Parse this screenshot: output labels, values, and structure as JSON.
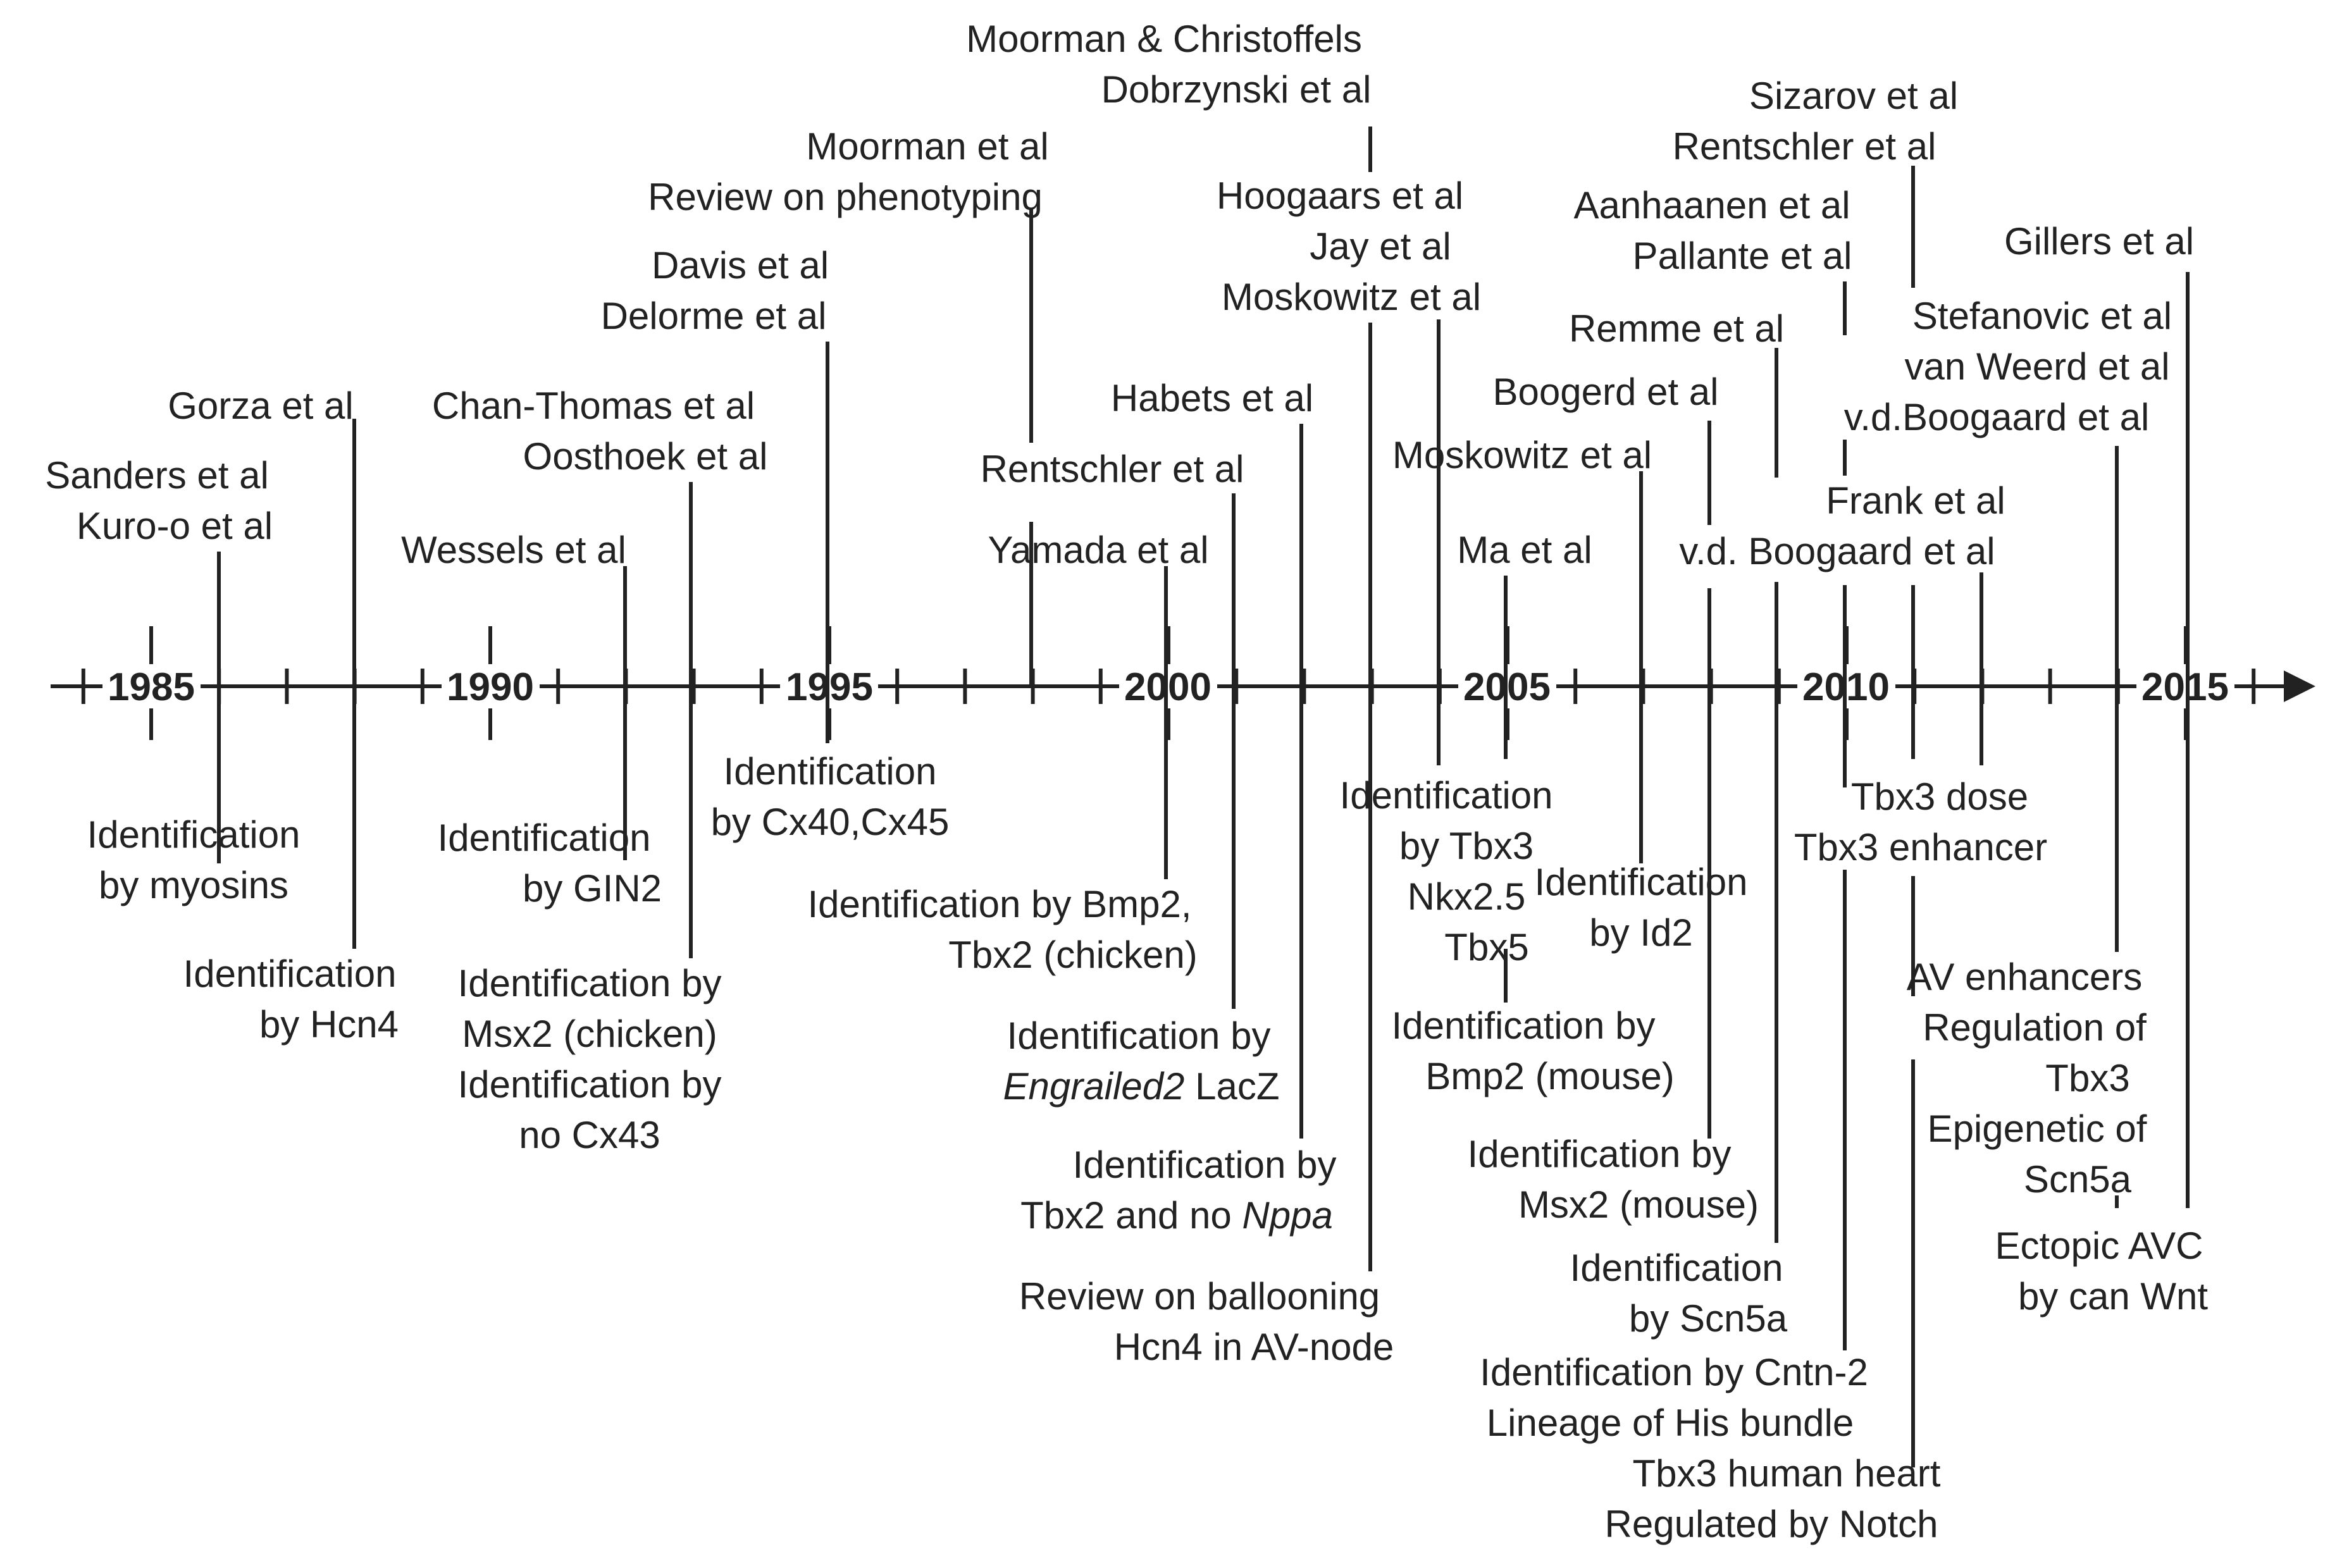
{
  "years": [
    "1985",
    "1990",
    "1995",
    "2000",
    "2005",
    "2010",
    "2015"
  ],
  "events": [
    {
      "id": "sanders-kuro",
      "year": 1986,
      "authors": [
        "Sanders et al",
        "Kuro-o et al"
      ],
      "finding": [
        "Identification",
        "by myosins"
      ]
    },
    {
      "id": "gorza",
      "year": 1988,
      "authors": [
        "Gorza et al"
      ],
      "finding": [
        "Identification",
        "by Hcn4"
      ]
    },
    {
      "id": "wessels",
      "year": 1992,
      "authors": [
        "Wessels et al"
      ],
      "finding": [
        "Identification",
        "by GIN2"
      ]
    },
    {
      "id": "chan-thomas-oosthoek",
      "year": 1993,
      "authors": [
        "Chan-Thomas et al",
        "Oosthoek et al"
      ],
      "finding": [
        "Identification by",
        "Msx2 (chicken)",
        "Identification by",
        "no Cx43"
      ]
    },
    {
      "id": "davis-delorme",
      "year": 1995,
      "authors": [
        "Davis et al",
        "Delorme et al"
      ],
      "finding": [
        "Identification",
        "by Cx40,Cx45"
      ]
    },
    {
      "id": "moorman-review",
      "year": 1998,
      "authors": [
        "Moorman et al",
        "Review on phenotyping"
      ],
      "finding": []
    },
    {
      "id": "yamada",
      "year": 2000,
      "authors": [
        "Yamada et al"
      ],
      "finding": [
        "Identification by Bmp2,",
        "Tbx2 (chicken)"
      ]
    },
    {
      "id": "rentschler-2001",
      "year": 2001,
      "authors": [
        "Rentschler et al"
      ],
      "finding": [
        "Identification by",
        "Engrailed2 LacZ"
      ],
      "italic_word": "Engrailed2"
    },
    {
      "id": "habets",
      "year": 2002,
      "authors": [
        "Habets et al"
      ],
      "finding": [
        "Identification by",
        "Tbx2 and no Nppa"
      ],
      "italic_word": "Nppa"
    },
    {
      "id": "moorman-christoffels",
      "year": 2003,
      "authors": [
        "Moorman & Christoffels",
        "Dobrzynski et al"
      ],
      "finding": [
        "Review on ballooning",
        "Hcn4 in AV-node"
      ]
    },
    {
      "id": "hoogaars-jay-moskowitz",
      "year": 2004,
      "authors": [
        "Hoogaars et al",
        "Jay et al",
        "Moskowitz et al"
      ],
      "finding": [
        "Identification",
        "by Tbx3",
        "Nkx2.5",
        "Tbx5"
      ]
    },
    {
      "id": "ma",
      "year": 2005,
      "authors": [
        "Ma et al"
      ],
      "finding": [
        "Identification by",
        "Bmp2 (mouse)"
      ]
    },
    {
      "id": "moskowitz-2007",
      "year": 2007,
      "authors": [
        "Moskowitz et al"
      ],
      "finding": [
        "Identification",
        "by Id2"
      ]
    },
    {
      "id": "boogerd",
      "year": 2008,
      "authors": [
        "Boogerd et al"
      ],
      "finding": [
        "Identification by",
        "Msx2 (mouse)"
      ]
    },
    {
      "id": "remme",
      "year": 2009,
      "authors": [
        "Remme  et al"
      ],
      "finding": [
        "Identification",
        "by Scn5a"
      ]
    },
    {
      "id": "aanhaanen-pallante",
      "year": 2010,
      "authors": [
        "Aanhaanen et al",
        "Pallante et al"
      ],
      "finding": [
        "Identification by Cntn-2",
        "Lineage of His bundle"
      ]
    },
    {
      "id": "sizarov-rentschler",
      "year": 2011,
      "authors": [
        "Sizarov et al",
        "Rentschler et al"
      ],
      "finding": [
        "Tbx3 human heart",
        "Regulated by Notch"
      ]
    },
    {
      "id": "frank-vdboogaard",
      "year": 2012,
      "authors": [
        "Frank et al",
        "v.d. Boogaard et al"
      ],
      "finding": [
        "Tbx3 dose",
        "Tbx3 enhancer"
      ]
    },
    {
      "id": "stefanovic",
      "year": 2014,
      "authors": [
        "Stefanovic et al",
        "van Weerd et al",
        "v.d.Boogaard et al"
      ],
      "finding": [
        "AV enhancers",
        "Regulation of",
        "Tbx3",
        "Epigenetic of",
        "Scn5a"
      ]
    },
    {
      "id": "gillers",
      "year": 2015,
      "authors": [
        "Gillers et al"
      ],
      "finding": [
        "Ectopic AVC",
        "by can Wnt"
      ]
    }
  ]
}
